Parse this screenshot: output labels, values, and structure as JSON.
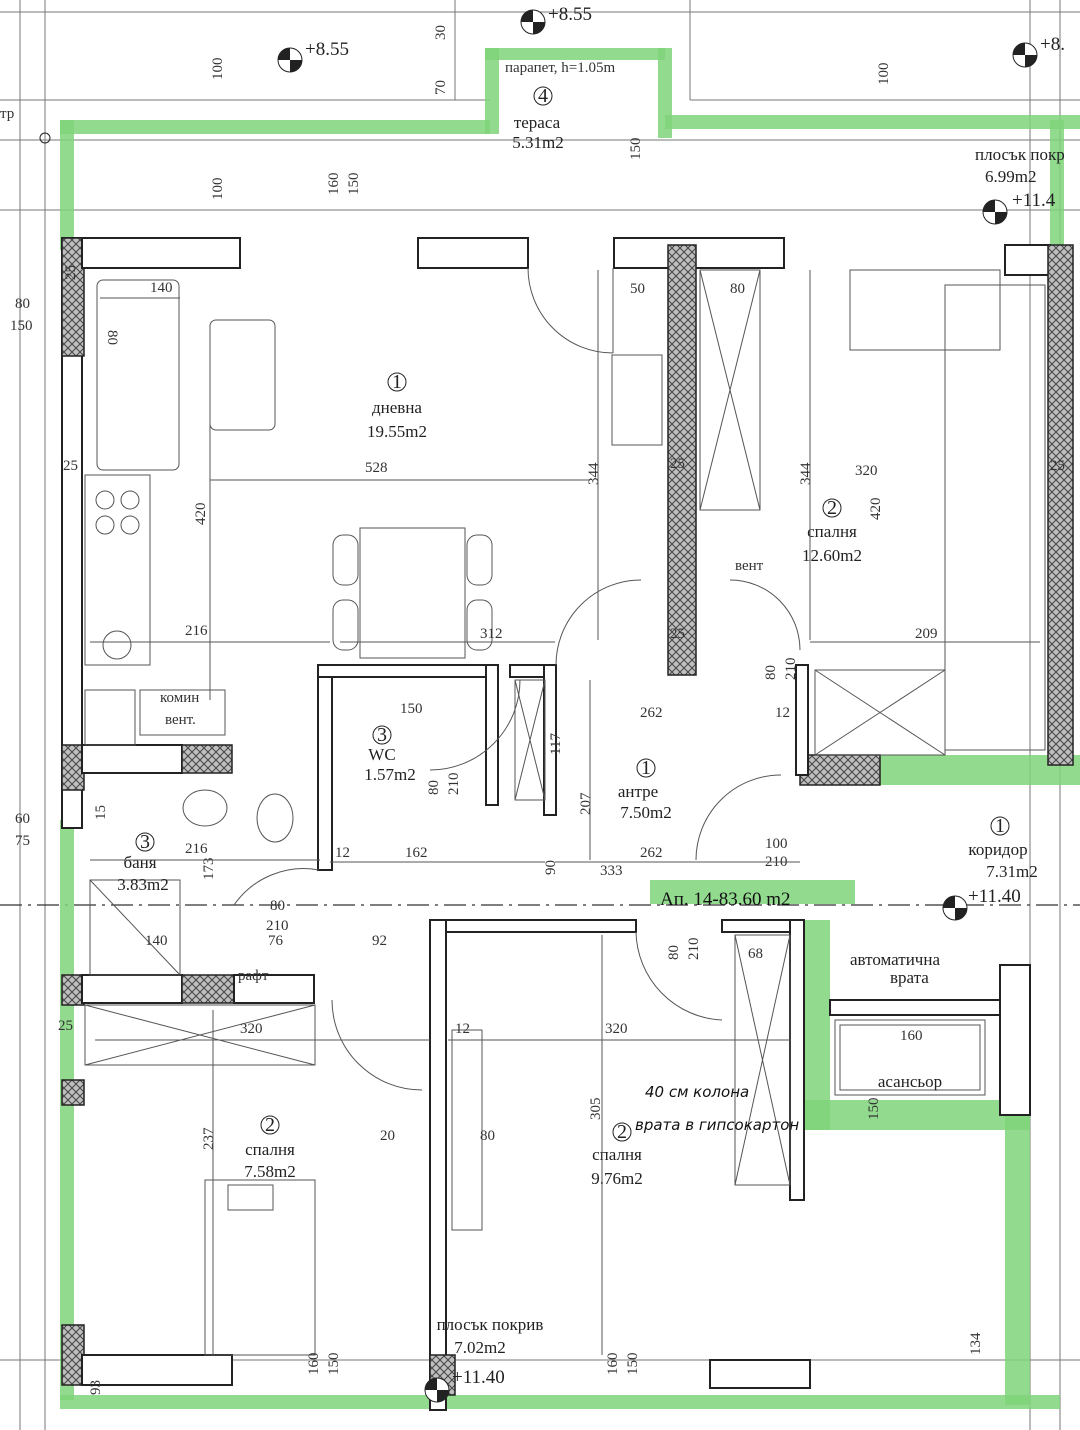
{
  "rooms": [
    {
      "id": "living",
      "num": "1",
      "name": "дневна",
      "area": "19.55m2"
    },
    {
      "id": "bed-ne",
      "num": "2",
      "name": "спалня",
      "area": "12.60m2"
    },
    {
      "id": "wc",
      "num": "3",
      "name": "WC",
      "area": "1.57m2"
    },
    {
      "id": "hall",
      "num": "1",
      "name": "антре",
      "area": "7.50m2"
    },
    {
      "id": "bath",
      "num": "3",
      "name": "баня",
      "area": "3.83m2"
    },
    {
      "id": "bed-sw",
      "num": "2",
      "name": "спалня",
      "area": "7.58m2"
    },
    {
      "id": "bed-s",
      "num": "2",
      "name": "спалня",
      "area": "9.76m2"
    },
    {
      "id": "terrace",
      "num": "4",
      "name": "тераса",
      "area": "5.31m2"
    },
    {
      "id": "corridor",
      "num": "1",
      "name": "коридор",
      "area": "7.31m2"
    }
  ],
  "labels": {
    "parapet": "парапет, h=1.05m",
    "flat_roof_ne": "плосък покр",
    "flat_roof_ne_area": "6.99m2",
    "flat_roof_s": "плосък покрив",
    "flat_roof_s_area": "7.02m2",
    "apartment": "Ап. 14-83.60 m2",
    "auto_door_1": "автоматична",
    "auto_door_2": "врата",
    "elevator": "асансьор",
    "chimney_1": "комин",
    "chimney_2": "вент.",
    "vent": "вент",
    "shelf": "рафт",
    "handnote_1": "40 см колона",
    "handnote_2": "врата в гипсокартон",
    "tr": "тр"
  },
  "elevations": {
    "top_left": "+8.55",
    "top_mid": "+8.55",
    "top_right": "+8.",
    "ne": "+11.4",
    "corridor": "+11.40",
    "south": "+11.40"
  },
  "dims": {
    "d140": "140",
    "d80a": "80",
    "d420": "420",
    "d528": "528",
    "d344a": "344",
    "d344b": "344",
    "d320a": "320",
    "d420b": "420",
    "d216a": "216",
    "d312": "312",
    "d209": "209",
    "d262a": "262",
    "d150a": "150",
    "d117": "117",
    "d207": "207",
    "d162": "162",
    "d333": "333",
    "d262b": "262",
    "d216b": "216",
    "d173": "173",
    "d140b": "140",
    "d76": "76",
    "d92": "92",
    "d320b": "320",
    "d320c": "320",
    "d237": "237",
    "d305": "305",
    "d68": "68",
    "d160": "160",
    "d150b": "150",
    "d20": "20",
    "d80b": "80",
    "d93": "93",
    "d134": "134",
    "d160b": "160",
    "d150c": "150",
    "d160c": "160",
    "d150d": "150",
    "d100a": "100",
    "d70": "70",
    "d30": "30",
    "d100b": "100",
    "d160d": "160",
    "d150e": "150",
    "d100c": "100",
    "d150f": "150",
    "d25a": "25",
    "d25b": "25",
    "d25c": "25",
    "d25d": "25",
    "d25e": "25",
    "d25f": "25",
    "d80o": "80",
    "d150o": "150",
    "d60": "60",
    "d75": "75",
    "d15": "15",
    "d12a": "12",
    "d12b": "12",
    "d12c": "12",
    "d50": "50",
    "d80c": "80",
    "d100d": "100",
    "d210a": "210",
    "d80d": "80",
    "d210b": "210",
    "d80e": "80",
    "d210c": "210",
    "d90": "90",
    "d80f": "80",
    "d210d": "210",
    "d80g": "80",
    "d210e": "210"
  }
}
